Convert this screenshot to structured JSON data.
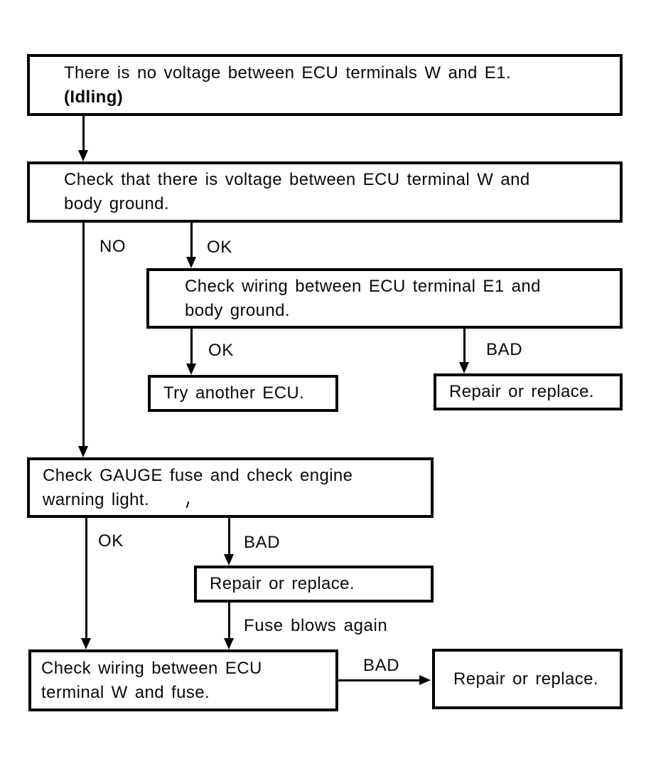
{
  "diagram_title": "ECU no-voltage troubleshooting flowchart",
  "nodes": {
    "start": {
      "line1": "There is no voltage between ECU terminals W and E1.",
      "line2": "(Idling)"
    },
    "check_w_ground": {
      "line1": "Check that there is voltage between ECU terminal W and",
      "line2": "body ground."
    },
    "check_e1_ground": {
      "line1": "Check wiring between ECU terminal E1 and",
      "line2": "body ground."
    },
    "try_ecu": {
      "text": "Try another ECU."
    },
    "repair_top": {
      "text": "Repair or replace."
    },
    "gauge_fuse": {
      "line1": "Check GAUGE fuse and check engine",
      "line2": "warning light."
    },
    "repair_mid": {
      "text": "Repair or replace."
    },
    "check_w_fuse": {
      "line1": "Check wiring between ECU",
      "line2": "terminal W and fuse."
    },
    "repair_bottom": {
      "text": "Repair or replace."
    }
  },
  "edge_labels": {
    "no": "NO",
    "ok_top": "OK",
    "ok_mid": "OK",
    "bad_top": "BAD",
    "ok_gauge": "OK",
    "bad_gauge": "BAD",
    "fuse_blows": "Fuse blows again",
    "bad_bottom": "BAD"
  },
  "colors": {
    "line": "#000000",
    "background": "#ffffff",
    "text": "#0a0a0a"
  }
}
